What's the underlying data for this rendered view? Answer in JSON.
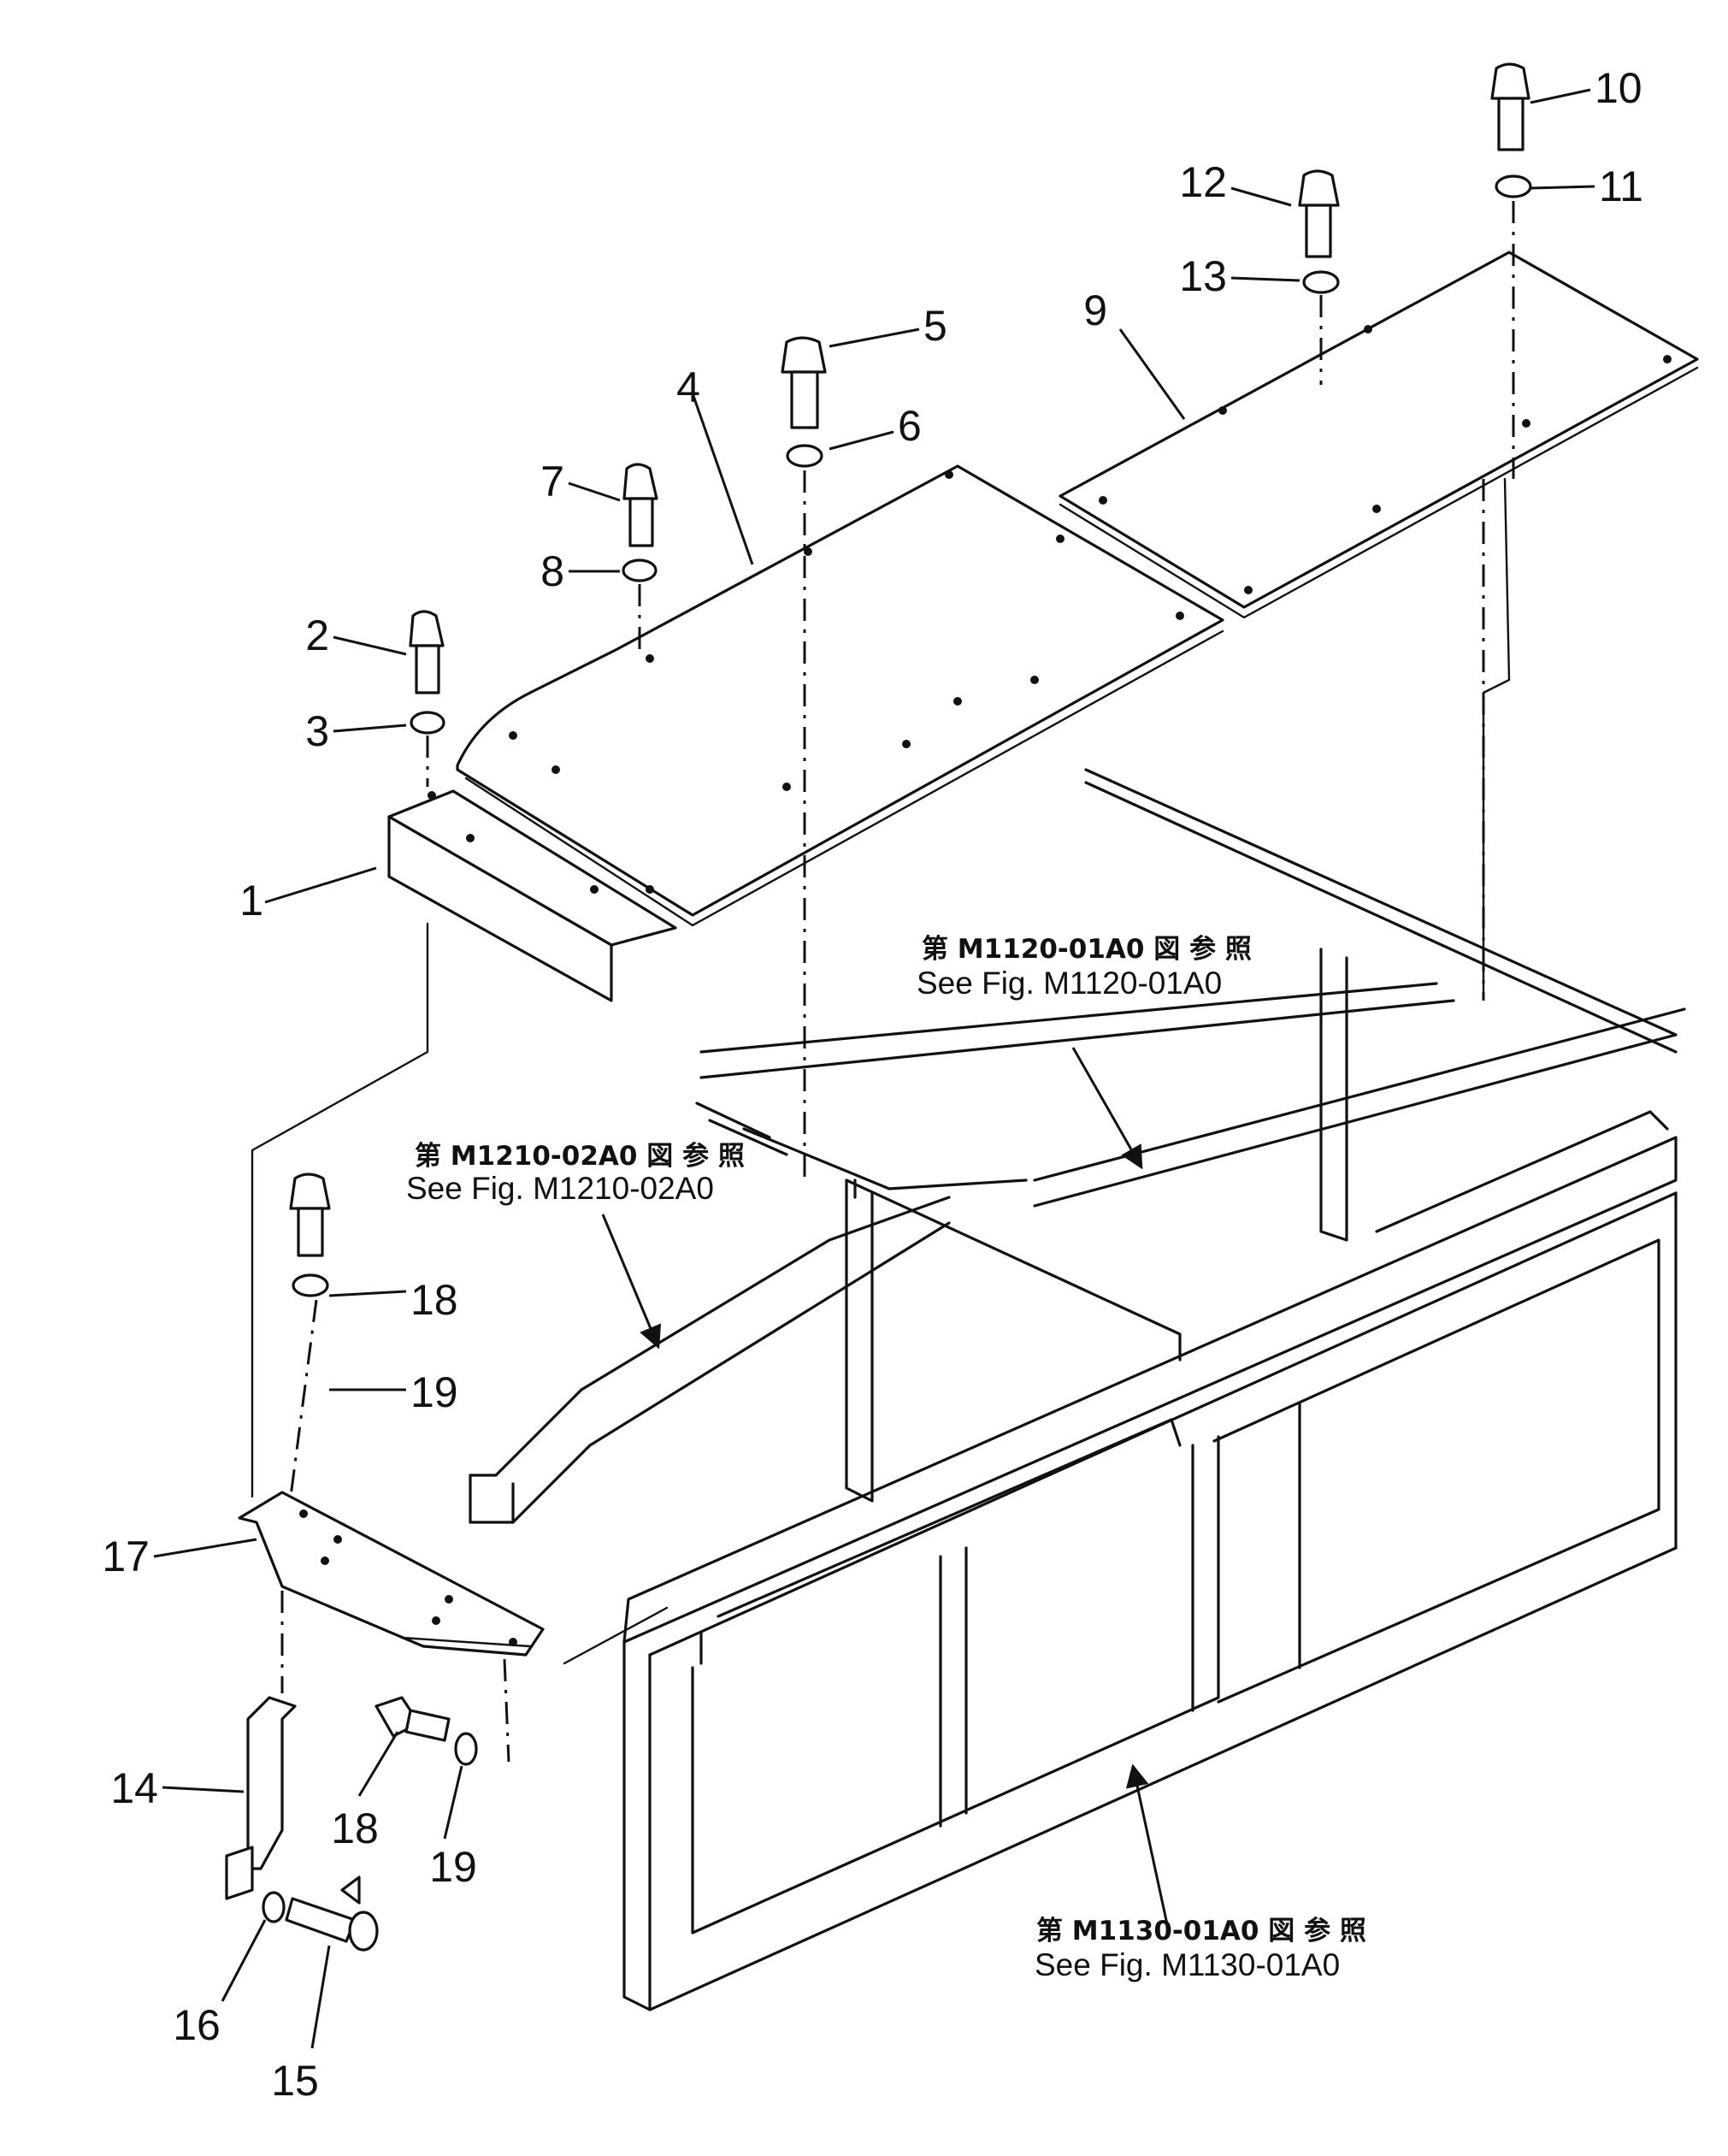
{
  "part_labels": {
    "p1": "1",
    "p2": "2",
    "p3": "3",
    "p4": "4",
    "p5": "5",
    "p6": "6",
    "p7": "7",
    "p8": "8",
    "p9": "9",
    "p10": "10",
    "p11": "11",
    "p12": "12",
    "p13": "13",
    "p14": "14",
    "p15": "15",
    "p16": "16",
    "p17": "17",
    "p18a": "18",
    "p19a": "19",
    "p18b": "18",
    "p19b": "19"
  },
  "references": {
    "m1120": {
      "jp": "第 M1120-01A0 図 参 照",
      "en": "See Fig. M1120-01A0"
    },
    "m1210": {
      "jp": "第 M1210-02A0 図 参 照",
      "en": "See Fig. M1210-02A0"
    },
    "m1130": {
      "jp": "第 M1130-01A0 図 参 照",
      "en": "See Fig. M1130-01A0"
    }
  },
  "colors": {
    "ink": "#111111",
    "paper": "#ffffff"
  }
}
